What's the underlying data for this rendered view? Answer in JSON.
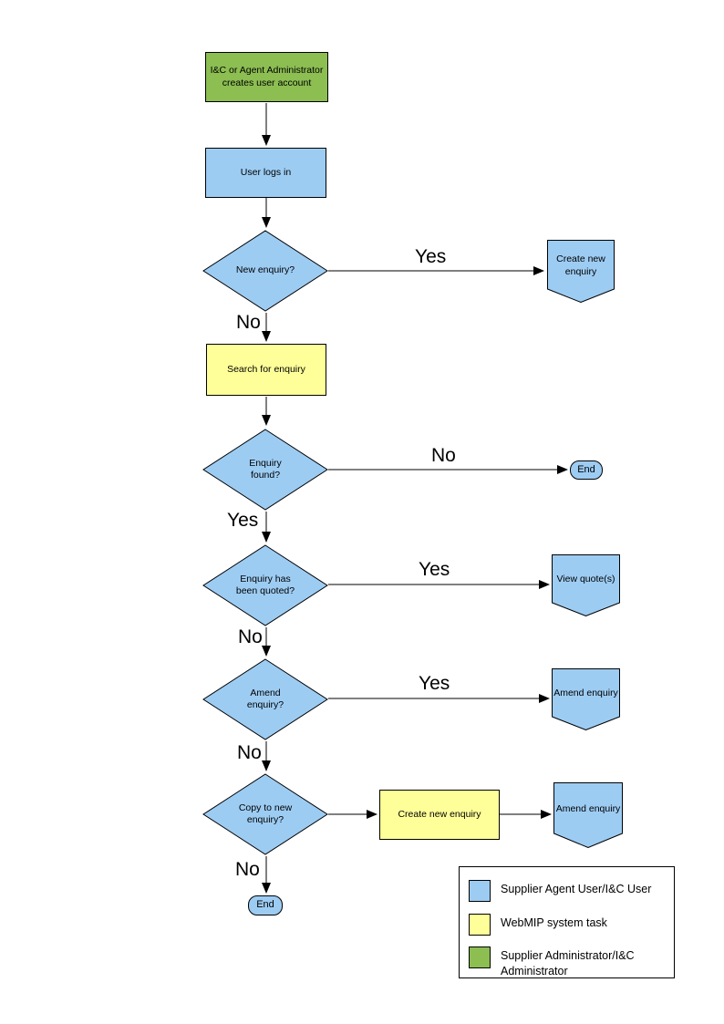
{
  "colors": {
    "user_shape_blue": "#9DCCF3",
    "system_task_yellow": "#FFFF99",
    "admin_shape_green": "#8CBE52",
    "line_black": "#000000"
  },
  "flowchart": {
    "nodes": {
      "admin_creates_account": "I&C or Agent Administrator creates user account",
      "user_logs_in": "User logs in",
      "new_enquiry_decision": "New enquiry?",
      "create_new_enquiry_offpage": "Create new enquiry",
      "search_for_enquiry": "Search for enquiry",
      "enquiry_found_decision": "Enquiry found?",
      "end_enquiry_not_found": "End",
      "enquiry_quoted_decision": "Enquiry has been quoted?",
      "view_quotes_offpage": "View quote(s)",
      "amend_enquiry_decision": "Amend enquiry?",
      "amend_enquiry_offpage_1": "Amend enquiry",
      "copy_to_new_decision": "Copy to new enquiry?",
      "create_new_enquiry_task": "Create new enquiry",
      "amend_enquiry_offpage_2": "Amend enquiry",
      "end_final": "End"
    },
    "edge_labels": {
      "new_enquiry_yes": "Yes",
      "new_enquiry_no": "No",
      "enquiry_found_no": "No",
      "enquiry_found_yes": "Yes",
      "enquiry_quoted_yes": "Yes",
      "enquiry_quoted_no": "No",
      "amend_enquiry_yes": "Yes",
      "amend_enquiry_no": "No",
      "copy_to_new_no": "No"
    }
  },
  "legend": {
    "items": [
      {
        "color": "#9DCCF3",
        "label": "Supplier Agent User/I&C User"
      },
      {
        "color": "#FFFF99",
        "label": "WebMIP system task"
      },
      {
        "color": "#8CBE52",
        "label": "Supplier Administrator/I&C Administrator"
      }
    ]
  }
}
